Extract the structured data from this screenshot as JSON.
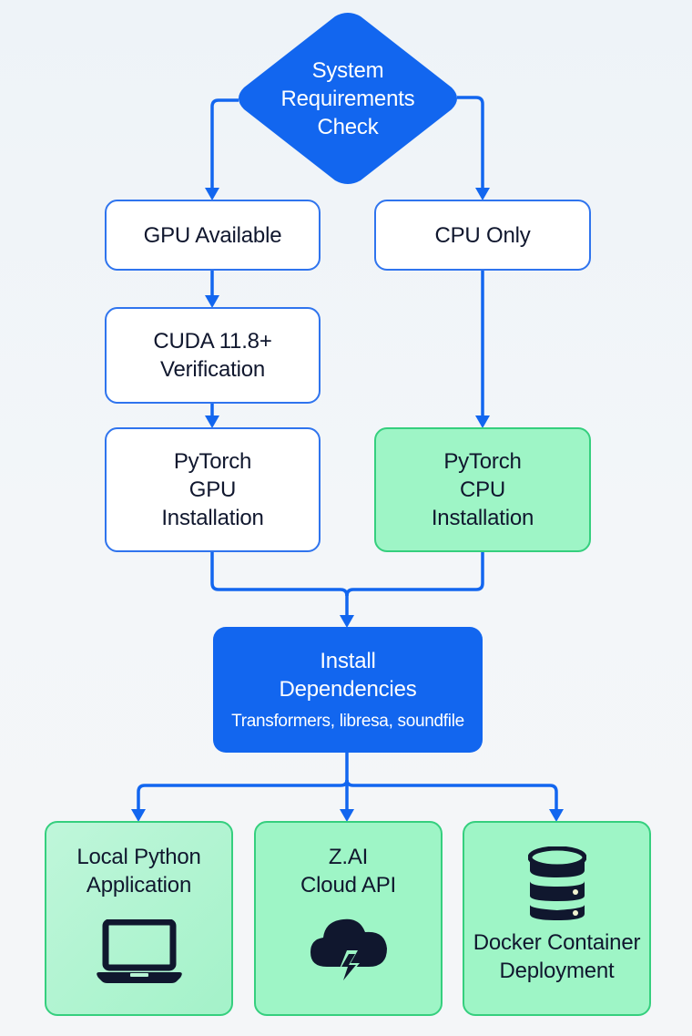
{
  "colors": {
    "accent_blue": "#1266ef",
    "node_border_blue": "#2f74ee",
    "green_fill": "#9ef5c6",
    "green_border": "#35cf7e",
    "text_dark": "#10172e"
  },
  "nodes": {
    "start": {
      "lines": [
        "System",
        "Requirements",
        "Check"
      ],
      "shape": "diamond"
    },
    "gpu_available": {
      "label": "GPU Available"
    },
    "cpu_only": {
      "label": "CPU Only"
    },
    "cuda_verification": {
      "lines": [
        "CUDA 11.8+",
        "Verification"
      ]
    },
    "pytorch_gpu": {
      "lines": [
        "PyTorch",
        "GPU",
        "Installation"
      ]
    },
    "pytorch_cpu": {
      "lines": [
        "PyTorch",
        "CPU",
        "Installation"
      ]
    },
    "install_dependencies": {
      "lines": [
        "Install",
        "Dependencies"
      ],
      "subtitle": "Transformers, libresa, soundfile"
    },
    "local_python": {
      "lines": [
        "Local Python",
        "Application"
      ],
      "icon": "laptop-icon"
    },
    "cloud_api": {
      "lines": [
        "Z.AI",
        "Cloud API"
      ],
      "icon": "cloud-lightning-icon"
    },
    "docker": {
      "lines": [
        "Docker Container",
        "Deployment"
      ],
      "icon": "database-server-icon"
    }
  },
  "edges": [
    {
      "from": "System Requirements Check",
      "to": "GPU Available"
    },
    {
      "from": "System Requirements Check",
      "to": "CPU Only"
    },
    {
      "from": "GPU Available",
      "to": "CUDA 11.8+ Verification"
    },
    {
      "from": "CUDA 11.8+ Verification",
      "to": "PyTorch GPU Installation"
    },
    {
      "from": "CPU Only",
      "to": "PyTorch CPU Installation"
    },
    {
      "from": "PyTorch GPU Installation",
      "to": "Install Dependencies"
    },
    {
      "from": "PyTorch CPU Installation",
      "to": "Install Dependencies"
    },
    {
      "from": "Install Dependencies",
      "to": "Local Python Application"
    },
    {
      "from": "Install Dependencies",
      "to": "Z.AI Cloud API"
    },
    {
      "from": "Install Dependencies",
      "to": "Docker Container Deployment"
    }
  ]
}
